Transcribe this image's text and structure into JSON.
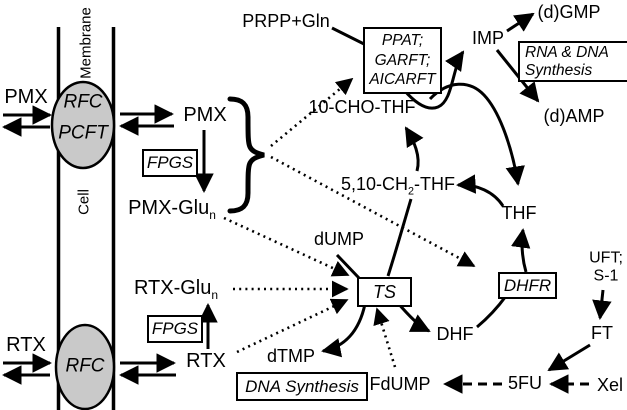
{
  "colors": {
    "ink": "#000000",
    "transporter_fill": "#c9c9c9",
    "background": "#ffffff"
  },
  "membrane": {
    "membrane_label": "Membrane",
    "cell_label": "Cell"
  },
  "transporters": {
    "rfc_top": "RFC",
    "pcft": "PCFT",
    "rfc_bottom": "RFC"
  },
  "drugs": {
    "pmx_extracellular": "PMX",
    "pmx_intracellular": "PMX",
    "pmx_polyglutamate": {
      "base": "PMX-Glu",
      "sub": "n"
    },
    "rtx_extracellular": "RTX",
    "rtx_intracellular": "RTX",
    "rtx_polyglutamate": {
      "base": "RTX-Glu",
      "sub": "n"
    },
    "fdump": "FdUMP",
    "fu": "5FU",
    "xeloda": "Xel",
    "ft": "FT",
    "uft_line1": "UFT;",
    "uft_line2": "S-1"
  },
  "enzymes": {
    "fpgs_top": "FPGS",
    "fpgs_bottom": "FPGS",
    "purine_box": {
      "line1": "PPAT;",
      "line2": "GARFT;",
      "line3": "AICARFT"
    },
    "ts": "TS",
    "dhfr": "DHFR"
  },
  "metabolites": {
    "prpp_gln": "PRPP+Gln",
    "imp": "IMP",
    "dgmp": "(d)GMP",
    "damp": "(d)AMP",
    "cho_thf": "10-CHO-THF",
    "ch2_thf": {
      "pre": "5,10-CH",
      "sub": "2",
      "post": "-THF"
    },
    "thf": "THF",
    "dhf": "DHF",
    "dump": "dUMP",
    "dtmp": "dTMP"
  },
  "annotations": {
    "rna_dna_synthesis_line1": "RNA & DNA",
    "rna_dna_synthesis_line2": "Synthesis",
    "dna_synthesis": "DNA Synthesis"
  }
}
